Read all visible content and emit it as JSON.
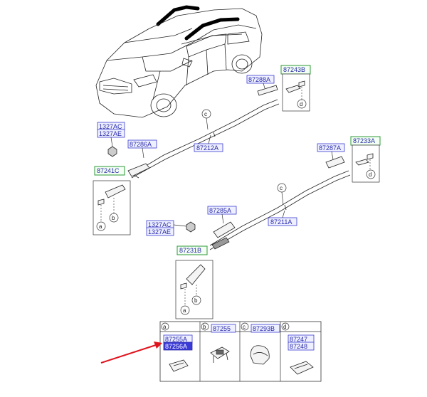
{
  "parts": {
    "p87288A": "87288A",
    "p87243B": "87243B",
    "p1327AC_1": "1327AC",
    "p1327AE_1": "1327AE",
    "p87286A": "87286A",
    "p87212A": "87212A",
    "p87241C": "87241C",
    "p87287A": "87287A",
    "p87233A": "87233A",
    "p87285A": "87285A",
    "p87211A": "87211A",
    "p1327AC_2": "1327AC",
    "p1327AE_2": "1327AE",
    "p87231B": "87231B"
  },
  "callouts": {
    "a": "a",
    "b": "b",
    "c": "c",
    "d": "d"
  },
  "table": {
    "headers": [
      "a",
      "b",
      "c",
      "d"
    ],
    "cells": [
      [
        "87255A",
        "87256A"
      ],
      [
        "87255"
      ],
      [
        "87293B"
      ],
      [
        "87247",
        "87248"
      ]
    ]
  },
  "colors": {
    "label_blue": "#2a2aa8",
    "box_green": "#2f9a3a",
    "arrow_red": "#e0141e",
    "highlight": "#3a3ad8"
  }
}
